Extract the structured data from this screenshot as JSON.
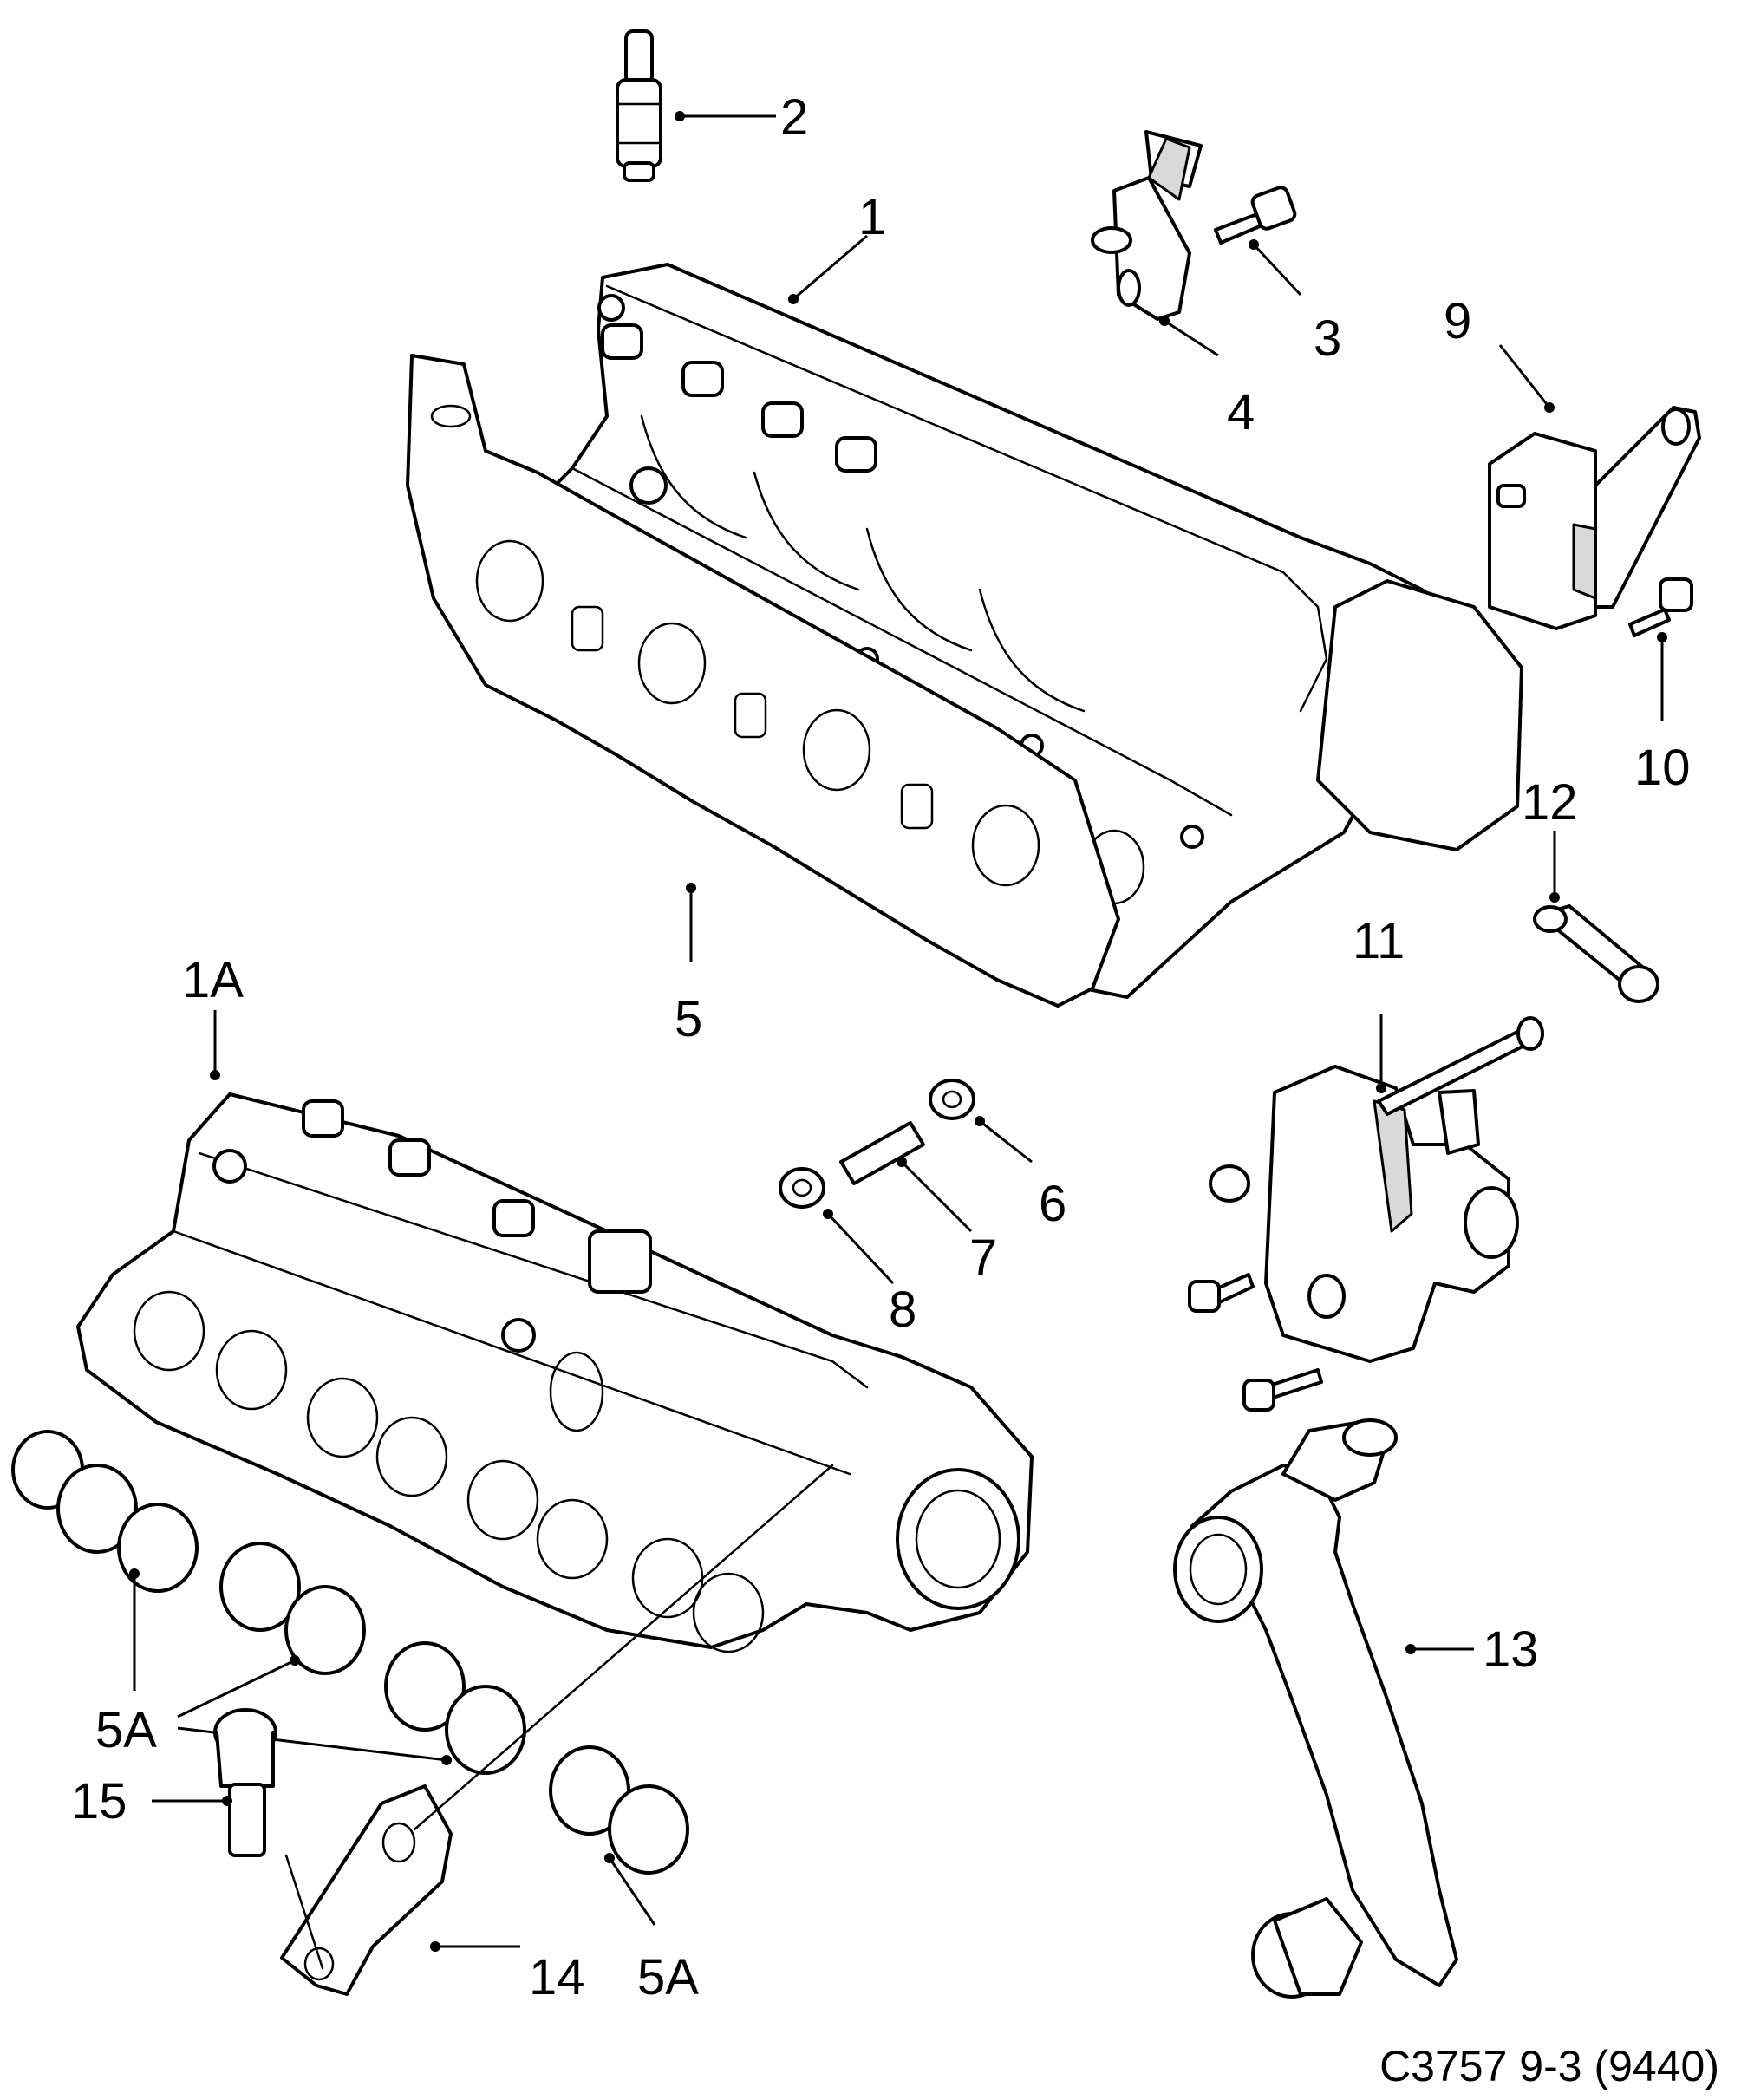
{
  "diagram": {
    "caption": "C3757 9-3 (9440)",
    "callouts": {
      "c1": "1",
      "c1A": "1A",
      "c2": "2",
      "c3": "3",
      "c4": "4",
      "c5": "5",
      "c5A_left": "5A",
      "c5A_bottom": "5A",
      "c6": "6",
      "c7": "7",
      "c8": "8",
      "c9": "9",
      "c10": "10",
      "c11": "11",
      "c12": "12",
      "c13": "13",
      "c14": "14",
      "c15": "15"
    }
  }
}
